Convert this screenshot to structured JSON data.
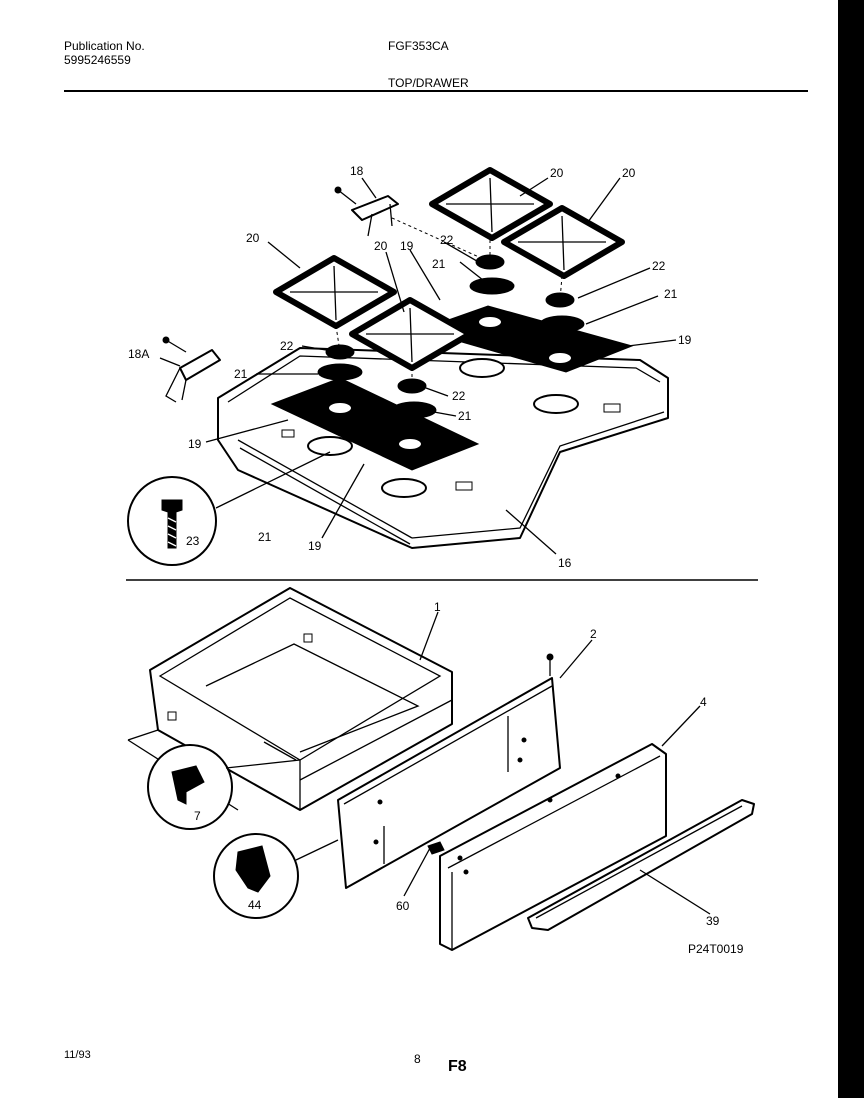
{
  "header": {
    "publication_label": "Publication No.",
    "publication_number": "5995246559",
    "model": "FGF353CA",
    "section_title": "TOP/DRAWER"
  },
  "callouts": {
    "c18": "18",
    "c18a": "18A",
    "c20a": "20",
    "c20b": "20",
    "c20c": "20",
    "c20d": "20",
    "c19a": "19",
    "c19b": "19",
    "c19c": "19",
    "c19d": "19",
    "c21a": "21",
    "c21b": "21",
    "c21c": "21",
    "c21d": "21",
    "c22a": "22",
    "c22b": "22",
    "c22c": "22",
    "c22d": "22",
    "c23": "23",
    "c16": "16",
    "c1": "1",
    "c2": "2",
    "c4": "4",
    "c7": "7",
    "c44": "44",
    "c60": "60",
    "c39": "39"
  },
  "figure_code": "P24T0019",
  "footer": {
    "date": "11/93",
    "page_number": "8",
    "section_code": "F8"
  }
}
